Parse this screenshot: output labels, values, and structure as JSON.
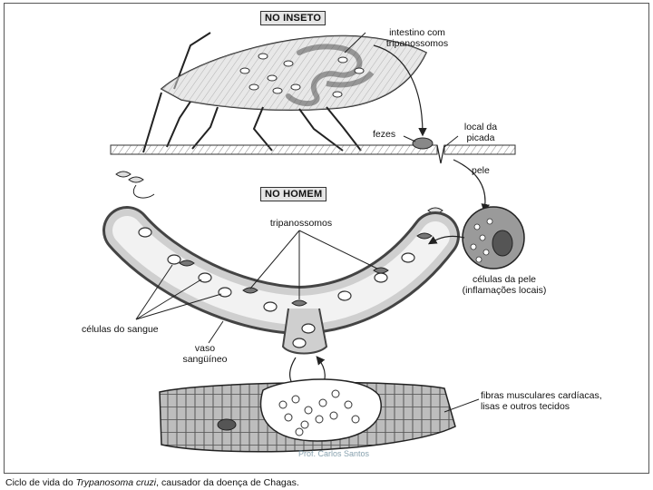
{
  "tags": {
    "insect": "NO INSETO",
    "human": "NO HOMEM"
  },
  "labels": {
    "intestine": [
      "intestino com",
      "tripanossomos"
    ],
    "feces": "fezes",
    "bite_site": [
      "local da",
      "picada"
    ],
    "skin": "pele",
    "trypanosomes": "tripanossomos",
    "skin_cells": [
      "células da pele",
      "(inflamações locais)"
    ],
    "blood_cells": "células do sangue",
    "vessel": [
      "vaso",
      "sangüíneo"
    ],
    "muscle": [
      "fibras musculares cardíacas,",
      "lisas e outros tecidos"
    ]
  },
  "watermark": "Prof. Carlos Santos",
  "caption": {
    "before": "Ciclo de vida do ",
    "species": "Trypanosoma cruzi",
    "after": ", causador da doença de Chagas."
  }
}
